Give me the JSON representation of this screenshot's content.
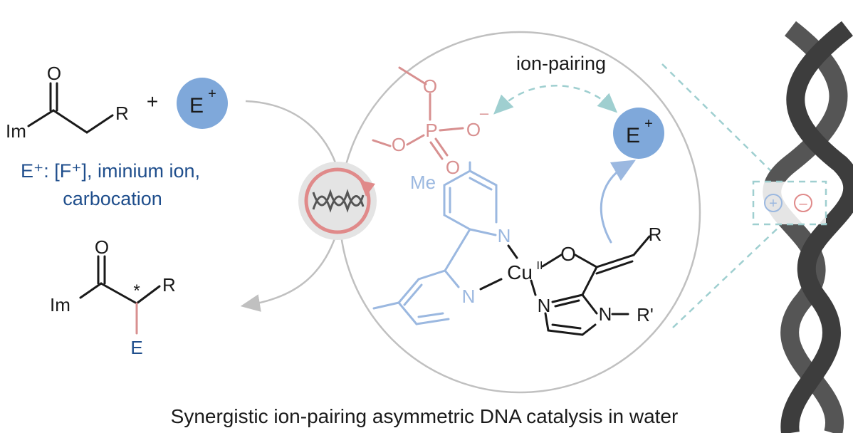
{
  "caption": "Synergistic ion-pairing asymmetric DNA catalysis in water",
  "ion_pairing_label": "ion-pairing",
  "substrate": {
    "o": "O",
    "im": "Im",
    "r": "R",
    "plus": "+"
  },
  "electrophile": {
    "symbol": "E",
    "charge": "+"
  },
  "electrophile_types": {
    "line1": "E⁺: [F⁺], iminium ion,",
    "line2": "carbocation"
  },
  "product": {
    "o": "O",
    "im": "Im",
    "r": "R",
    "star": "*",
    "e": "E"
  },
  "phosphate": {
    "o1": "O",
    "o2": "O",
    "o3": "O",
    "o4": "O",
    "p": "P",
    "minus": "–"
  },
  "complex": {
    "me": "Me",
    "n1": "N",
    "n2": "N",
    "cu": "Cu",
    "cu_ox": "II",
    "o": "O",
    "r": "R",
    "n3": "N",
    "n4": "N",
    "r_prime": "R'"
  },
  "legend": {
    "plus": "+",
    "minus": "–"
  },
  "colors": {
    "red": "#d89090",
    "blue": "#9bb8e0",
    "navy": "#1f4e8c",
    "teal": "#9fcfd0",
    "dna": "#555555",
    "circle": "#c0c0c0",
    "e_bubble": "#7fa8da"
  }
}
